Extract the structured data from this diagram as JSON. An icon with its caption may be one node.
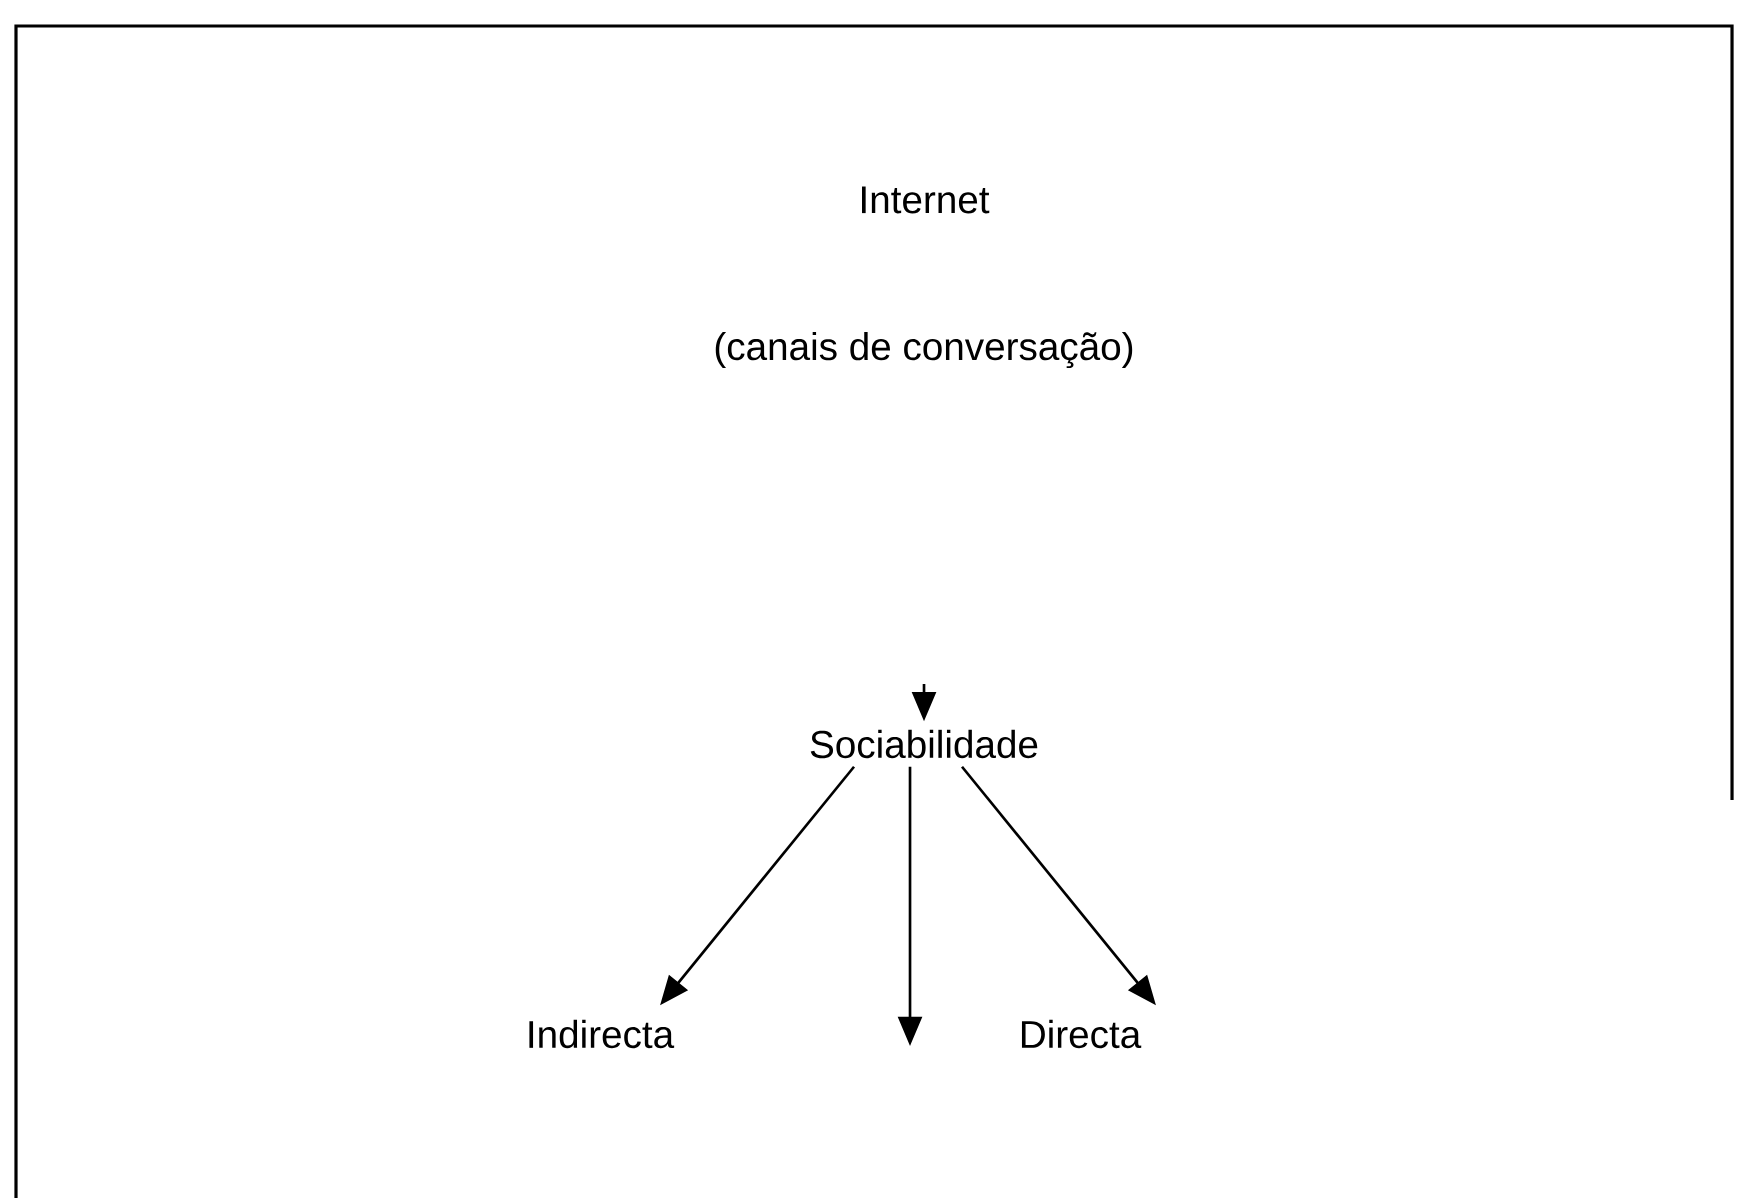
{
  "diagram": {
    "nodes": [
      {
        "text": [
          "Internet",
          "(canais de conversação)"
        ]
      },
      {
        "text": [
          "Sociabilidade"
        ],
        "in": 0
      },
      {
        "text": [
          "Indirecta"
        ],
        "in": 0
      },
      {
        "text": [
          "Directa"
        ],
        "in": 0
      }
    ],
    "edges": [
      {
        "from": null,
        "to": 1,
        "arrow": "to"
      },
      {
        "from": 1,
        "to": 2,
        "arrow": "to"
      },
      {
        "from": 1,
        "to": null,
        "arrow": "to"
      },
      {
        "from": 1,
        "to": 3,
        "arrow": "to"
      }
    ]
  }
}
